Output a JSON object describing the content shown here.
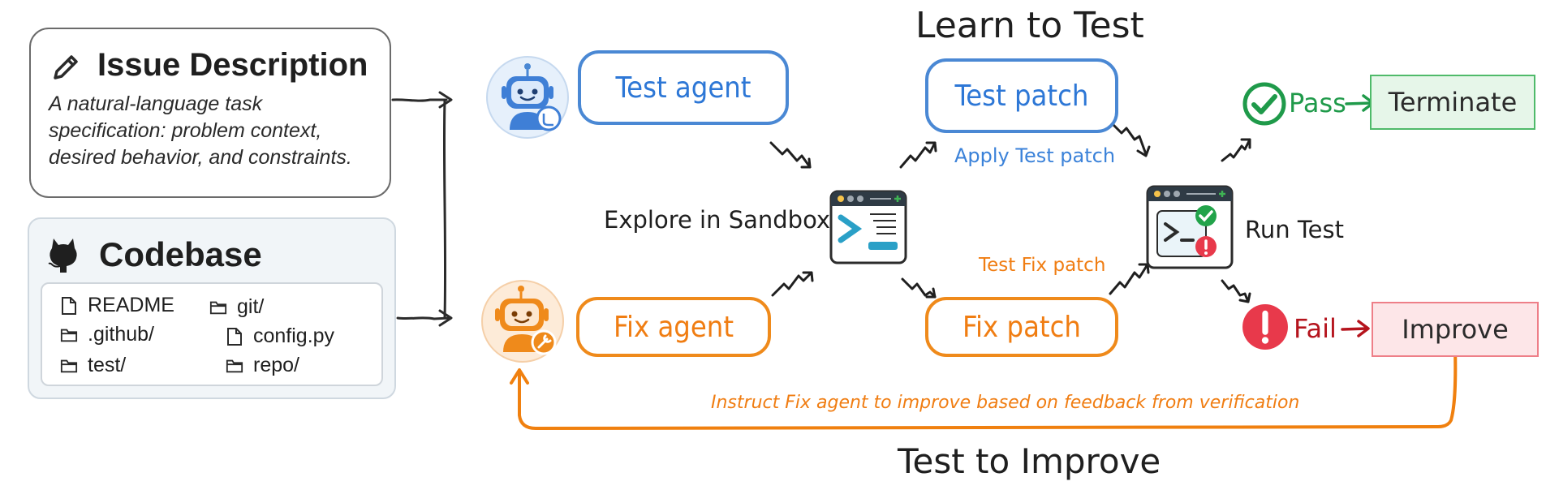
{
  "issue": {
    "title": "Issue Description",
    "description": "A natural-language task specification: problem context, desired behavior, and constraints."
  },
  "codebase": {
    "title": "Codebase",
    "entries": [
      {
        "name": "README",
        "icon": "file-icon"
      },
      {
        "name": "git/",
        "icon": "folder-icon"
      },
      {
        "name": ".github/",
        "icon": "folder-icon"
      },
      {
        "name": "config.py",
        "icon": "file-icon"
      },
      {
        "name": "test/",
        "icon": "folder-icon"
      },
      {
        "name": "repo/",
        "icon": "folder-icon"
      }
    ]
  },
  "agents": {
    "test_agent": "Test agent",
    "fix_agent": "Fix agent"
  },
  "sandbox": {
    "label": "Explore in Sandbox"
  },
  "learn_to_test": {
    "heading": "Learn to Test",
    "test_patch": "Test patch",
    "apply_label": "Apply Test patch"
  },
  "fix": {
    "fix_patch": "Fix patch",
    "test_fix_label": "Test Fix patch"
  },
  "run_test": {
    "label": "Run Test"
  },
  "outcomes": {
    "pass_label": "Pass",
    "terminate_label": "Terminate",
    "fail_label": "Fail",
    "improve_label": "Improve"
  },
  "feedback": {
    "text": "Instruct Fix agent to improve based on feedback from verification",
    "heading": "Test to Improve"
  },
  "colors": {
    "blue": "#4a88d4",
    "orange": "#ef8a1b",
    "green": "#1f9a4a",
    "red": "#e8394b",
    "dark_red": "#b5141d"
  }
}
